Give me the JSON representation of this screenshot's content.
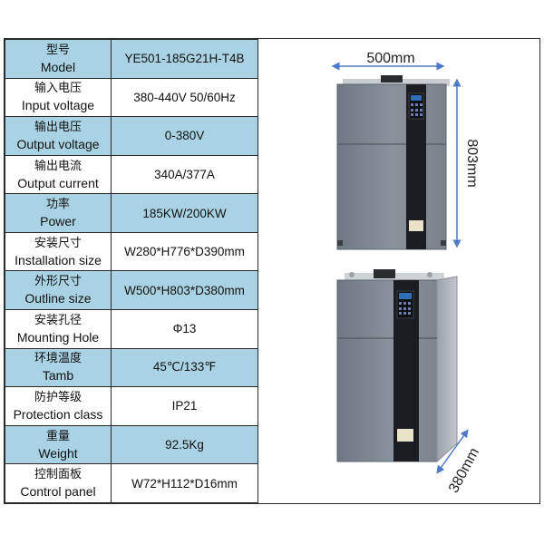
{
  "specs": [
    {
      "cn": "型号",
      "en": "Model",
      "value": "YE501-185G21H-T4B",
      "style": "blue"
    },
    {
      "cn": "输入电压",
      "en": "Input voltage",
      "value": "380-440V 50/60Hz",
      "style": "white"
    },
    {
      "cn": "输出电压",
      "en": "Output voltage",
      "value": "0-380V",
      "style": "blue"
    },
    {
      "cn": "输出电流",
      "en": "Output current",
      "value": "340A/377A",
      "style": "white"
    },
    {
      "cn": "功率",
      "en": "Power",
      "value": "185KW/200KW",
      "style": "blue"
    },
    {
      "cn": "安装尺寸",
      "en": "Installation size",
      "value": "W280*H776*D390mm",
      "style": "white"
    },
    {
      "cn": "外形尺寸",
      "en": "Outline size",
      "value": "W500*H803*D380mm",
      "style": "blue"
    },
    {
      "cn": "安装孔径",
      "en": "Mounting Hole",
      "value": "Φ13",
      "style": "white"
    },
    {
      "cn": "环境温度",
      "en": "Tamb",
      "value": "45℃/133℉",
      "style": "blue"
    },
    {
      "cn": "防护等级",
      "en": "Protection class",
      "value": "IP21",
      "style": "white"
    },
    {
      "cn": "重量",
      "en": "Weight",
      "value": "92.5Kg",
      "style": "blue"
    },
    {
      "cn": "控制面板",
      "en": "Control panel",
      "value": "W72*H112*D16mm",
      "style": "white"
    }
  ],
  "dimensions": {
    "width": "500mm",
    "height": "803mm",
    "depth": "380mm"
  },
  "colors": {
    "header_blue": "#a9d3e5",
    "cabinet_gray": "#7d8591",
    "panel_black": "#1b1d20",
    "dimension_arrow": "#4f79c8"
  }
}
